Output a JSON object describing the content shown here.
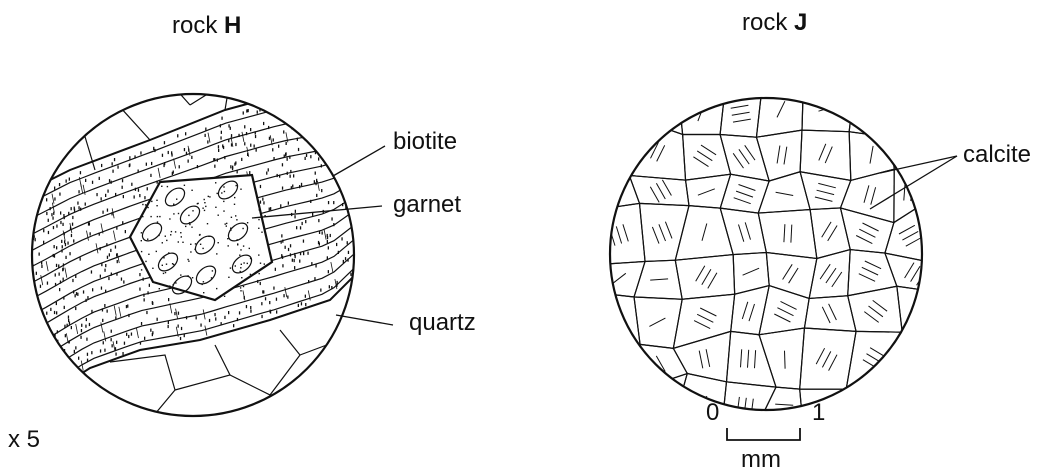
{
  "rock_h": {
    "title_prefix": "rock ",
    "title_letter": "H",
    "labels": {
      "biotite": "biotite",
      "garnet": "garnet",
      "quartz": "quartz"
    },
    "magnification": "x 5"
  },
  "rock_j": {
    "title_prefix": "rock ",
    "title_letter": "J",
    "labels": {
      "calcite": "calcite"
    },
    "scale": {
      "start": "0",
      "end": "1",
      "unit": "mm"
    }
  },
  "colors": {
    "ink": "#111111",
    "background": "#ffffff"
  }
}
